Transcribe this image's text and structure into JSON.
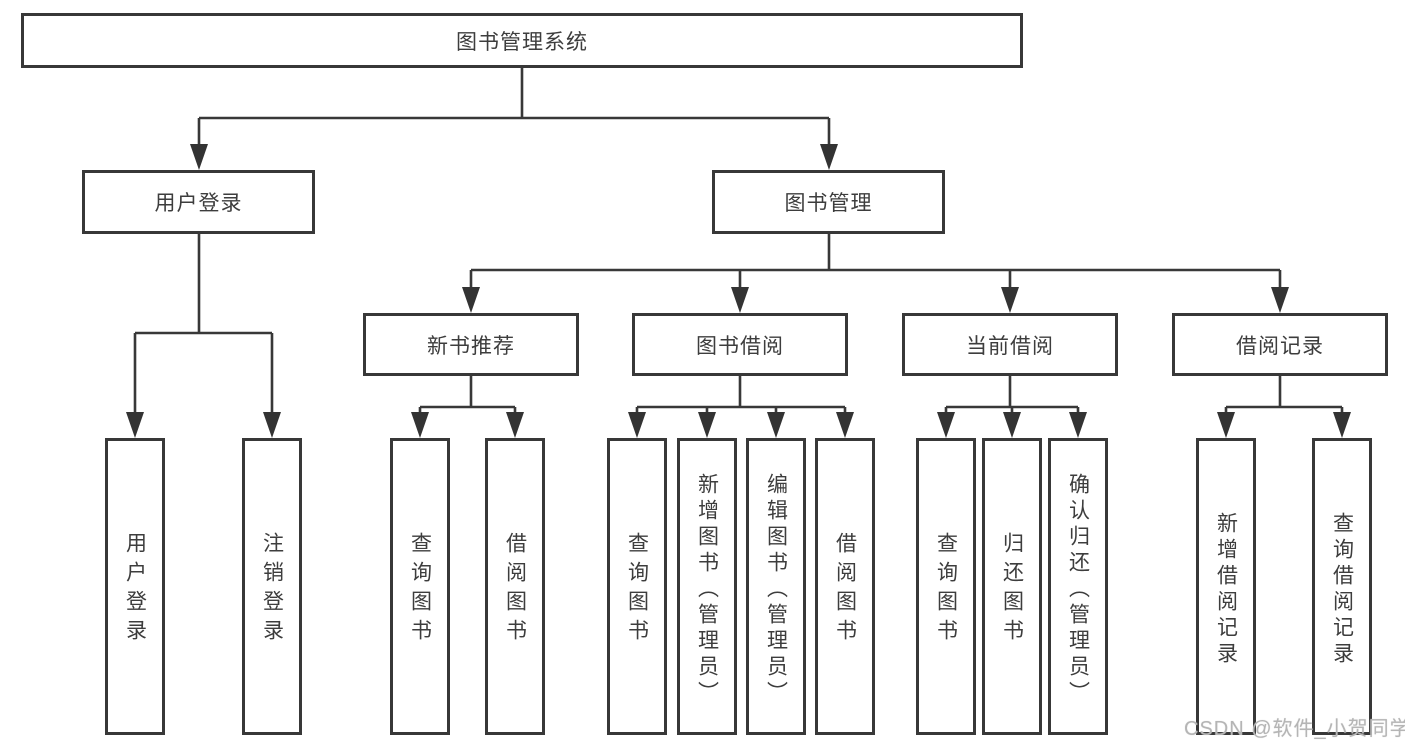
{
  "diagram_type": "hierarchy-tree",
  "colors": {
    "background": "#ffffff",
    "box_border": "#383838",
    "connector_line": "#383838",
    "text": "#3d3d3d",
    "watermark_text": "#b5b5b5"
  },
  "tree": {
    "label": "图书管理系统",
    "children": [
      {
        "label": "用户登录",
        "children": [
          {
            "label": "用户登录"
          },
          {
            "label": "注销登录"
          }
        ]
      },
      {
        "label": "图书管理",
        "children": [
          {
            "label": "新书推荐",
            "children": [
              {
                "label": "查询图书"
              },
              {
                "label": "借阅图书"
              }
            ]
          },
          {
            "label": "图书借阅",
            "children": [
              {
                "label": "查询图书"
              },
              {
                "label": "新增图书（管理员）"
              },
              {
                "label": "编辑图书（管理员）"
              },
              {
                "label": "借阅图书"
              }
            ]
          },
          {
            "label": "当前借阅",
            "children": [
              {
                "label": "查询图书"
              },
              {
                "label": "归还图书"
              },
              {
                "label": "确认归还（管理员）"
              }
            ]
          },
          {
            "label": "借阅记录",
            "children": [
              {
                "label": "新增借阅记录"
              },
              {
                "label": "查询借阅记录"
              }
            ]
          }
        ]
      }
    ]
  },
  "watermark": {
    "text": "CSDN @软件_小贺同学"
  }
}
